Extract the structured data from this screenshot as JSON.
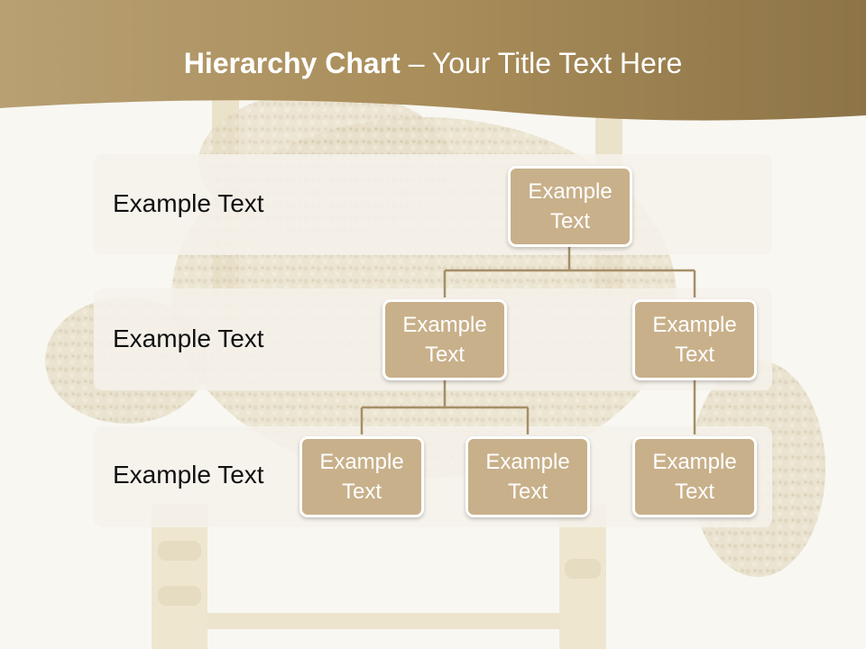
{
  "title": {
    "bold": "Hierarchy Chart",
    "rest": " – Your Title Text Here"
  },
  "rows": [
    {
      "label": "Example Text"
    },
    {
      "label": "Example Text"
    },
    {
      "label": "Example Text"
    }
  ],
  "nodes": {
    "root": "Example Text",
    "level2_left": "Example Text",
    "level2_right": "Example Text",
    "level3_a": "Example Text",
    "level3_b": "Example Text",
    "level3_c": "Example Text"
  },
  "colors": {
    "title_band": "#a58a55",
    "node_fill": "#c8b08a",
    "connector": "#a58e68",
    "row_band": "#f3efe8"
  }
}
